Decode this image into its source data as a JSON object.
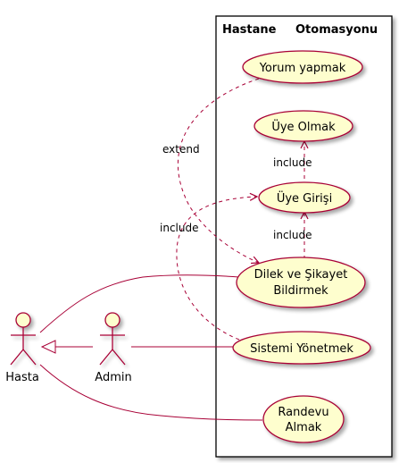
{
  "system": {
    "title_part1": "Hastane",
    "title_part2": "Otomasyonu"
  },
  "actors": [
    {
      "id": "hasta",
      "label": "Hasta"
    },
    {
      "id": "admin",
      "label": "Admin"
    }
  ],
  "usecases": [
    {
      "id": "yorum",
      "lines": [
        "Yorum yapmak"
      ]
    },
    {
      "id": "uye_olmak",
      "lines": [
        "Üye Olmak"
      ]
    },
    {
      "id": "uye_girisi",
      "lines": [
        "Üye Girişi"
      ]
    },
    {
      "id": "dilek",
      "lines": [
        "Dilek ve Şikayet",
        "Bildirmek"
      ]
    },
    {
      "id": "sistemi",
      "lines": [
        "Sistemi Yönetmek"
      ]
    },
    {
      "id": "randevu",
      "lines": [
        "Randevu",
        "Almak"
      ]
    }
  ],
  "relations": {
    "extend_label": "extend",
    "include_label_1": "include",
    "include_label_2": "include",
    "include_label_3": "include"
  },
  "colors": {
    "usecase_fill": "#FEFECE",
    "border": "#A80036",
    "frame": "#000000"
  }
}
